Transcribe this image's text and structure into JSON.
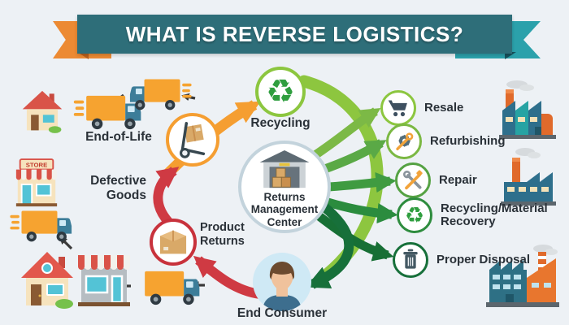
{
  "header": {
    "title": "WHAT IS REVERSE LOGISTICS?"
  },
  "nodes": {
    "end_of_life": {
      "label": "End-of-Life"
    },
    "defective_goods": {
      "label": "Defective Goods"
    },
    "product_returns": {
      "label": "Product Returns"
    },
    "recycling": {
      "label": "Recycling"
    },
    "returns_center": {
      "label": "Returns Management Center"
    },
    "end_consumer": {
      "label": "End Consumer"
    }
  },
  "outcomes": [
    {
      "label": "Resale",
      "icon": "cart-icon"
    },
    {
      "label": "Refurbishing",
      "icon": "gear-wrench-icon"
    },
    {
      "label": "Repair",
      "icon": "crossed-wrenches-icon"
    },
    {
      "label": "Recycling/Material Recovery",
      "icon": "recycle-icon"
    },
    {
      "label": "Proper Disposal",
      "icon": "trash-icon"
    }
  ],
  "store": {
    "sign": "STORE"
  },
  "icons": {
    "recycle_glyph": "♻"
  },
  "colors": {
    "background": "#edf1f5",
    "banner": "#2e6e79",
    "ribbon_left": "#ec8a33",
    "ribbon_right": "#2ba1ab",
    "orange_arrow": "#f59e31",
    "red_arrow": "#cf3a43",
    "green_arc": "#8dc63f",
    "green_fan": [
      "#7cb946",
      "#5aa946",
      "#3f9b41",
      "#2b8c3e",
      "#176f35"
    ],
    "dark_green_arrow": "#17703a",
    "text": "#2a3138"
  }
}
